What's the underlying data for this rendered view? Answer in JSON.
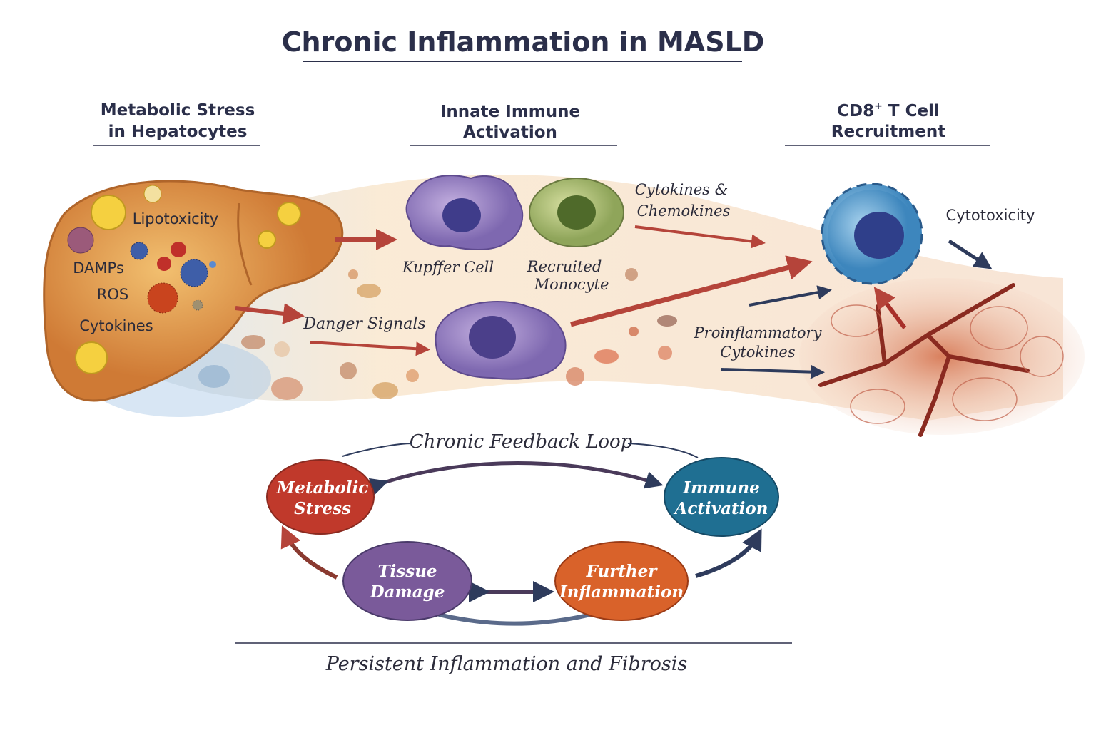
{
  "title": "Chronic Inflammation in MASLD",
  "sections": {
    "hepatocytes": {
      "line1": "Metabolic Stress",
      "line2": "in Hepatocytes"
    },
    "innate": {
      "line1": "Innate Immune",
      "line2": "Activation"
    },
    "tcell": {
      "line1_main": "CD8",
      "line1_sup": "+",
      "line1_rest": " T Cell",
      "line2": "Recruitment"
    }
  },
  "liver_labels": {
    "lipotoxicity": "Lipotoxicity",
    "damps": "DAMPs",
    "ros": "ROS",
    "cytokines": "Cytokines"
  },
  "cells": {
    "kupffer": "Kupffer Cell",
    "monocyte_1": "Recruited",
    "monocyte_2": "Monocyte"
  },
  "signals": {
    "danger": "Danger Signals",
    "cyto_chemo_1": "Cytokines &",
    "cyto_chemo_2": "Chemokines",
    "cytotoxicity": "Cytotoxicity",
    "proinflam_1": "Proinflammatory",
    "proinflam_2": "Cytokines"
  },
  "loop": {
    "title": "Chronic Feedback Loop",
    "nodes": [
      {
        "line1": "Metabolic",
        "line2": "Stress",
        "color": "#c0392b"
      },
      {
        "line1": "Immune",
        "line2": "Activation",
        "color": "#1f6f92"
      },
      {
        "line1": "Tissue",
        "line2": "Damage",
        "color": "#7a5a9a"
      },
      {
        "line1": "Further",
        "line2": "Inflammation",
        "color": "#d9622a"
      }
    ]
  },
  "footer": "Persistent Inflammation and Fibrosis",
  "colors": {
    "title": "#2b2f4a",
    "arrow_red": "#b5443a",
    "arrow_navy": "#2e3b5c",
    "liver": "#e09a4a",
    "tissue": "#d9805e"
  }
}
